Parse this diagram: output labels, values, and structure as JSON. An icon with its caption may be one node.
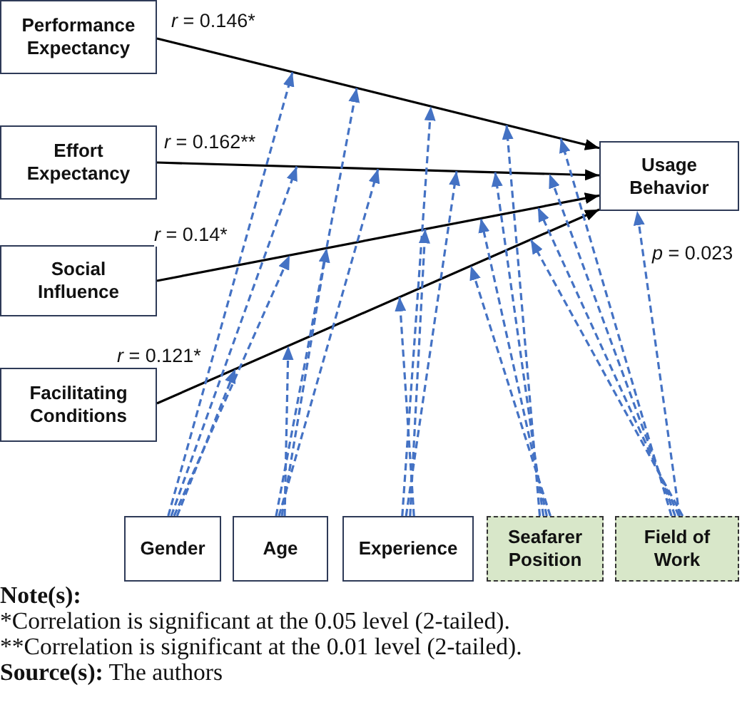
{
  "diagram": {
    "nodes": [
      {
        "text": [
          "Performance Expectancy"
        ]
      },
      {
        "text": [
          "Effort Expectancy"
        ]
      },
      {
        "text": [
          "Social Influence"
        ]
      },
      {
        "text": [
          "Facilitating Conditions"
        ]
      },
      {
        "text": [
          "Usage Behavior"
        ]
      },
      {
        "text": [
          "Gender"
        ]
      },
      {
        "text": [
          "Age"
        ]
      },
      {
        "text": [
          "Experience"
        ]
      },
      {
        "text": [
          "Seafarer Position"
        ]
      },
      {
        "text": [
          "Field of Work"
        ]
      }
    ],
    "edges": [
      {
        "from": 0,
        "to": 4,
        "arrow": "to",
        "label": "*r* = 0.146*",
        "color": "#000000"
      },
      {
        "from": 1,
        "to": 4,
        "arrow": "to",
        "label": "*r* = 0.162**",
        "color": "#000000"
      },
      {
        "from": 2,
        "to": 4,
        "arrow": "to",
        "label": "*r* = 0.14*",
        "color": "#000000"
      },
      {
        "from": 3,
        "to": 4,
        "arrow": "to",
        "label": "*r* = 0.121*",
        "color": "#000000"
      },
      {
        "from": 5,
        "to": null,
        "arrow": "to",
        "style": "dashed",
        "color": "#4472c4"
      },
      {
        "from": 5,
        "to": null,
        "arrow": "to",
        "style": "dashed",
        "color": "#4472c4"
      },
      {
        "from": 5,
        "to": null,
        "arrow": "to",
        "style": "dashed",
        "color": "#4472c4"
      },
      {
        "from": 5,
        "to": null,
        "arrow": "to",
        "style": "dashed",
        "color": "#4472c4"
      },
      {
        "from": 6,
        "to": null,
        "arrow": "to",
        "style": "dashed",
        "color": "#4472c4"
      },
      {
        "from": 6,
        "to": null,
        "arrow": "to",
        "style": "dashed",
        "color": "#4472c4"
      },
      {
        "from": 6,
        "to": null,
        "arrow": "to",
        "style": "dashed",
        "color": "#4472c4"
      },
      {
        "from": 6,
        "to": null,
        "arrow": "to",
        "style": "dashed",
        "color": "#4472c4"
      },
      {
        "from": 7,
        "to": null,
        "arrow": "to",
        "style": "dashed",
        "color": "#4472c4"
      },
      {
        "from": 7,
        "to": null,
        "arrow": "to",
        "style": "dashed",
        "color": "#4472c4"
      },
      {
        "from": 7,
        "to": null,
        "arrow": "to",
        "style": "dashed",
        "color": "#4472c4"
      },
      {
        "from": 7,
        "to": null,
        "arrow": "to",
        "style": "dashed",
        "color": "#4472c4"
      },
      {
        "from": 8,
        "to": null,
        "arrow": "to",
        "style": "dashed",
        "color": "#4472c4"
      },
      {
        "from": 8,
        "to": null,
        "arrow": "to",
        "style": "dashed",
        "color": "#4472c4"
      },
      {
        "from": 8,
        "to": null,
        "arrow": "to",
        "style": "dashed",
        "color": "#4472c4"
      },
      {
        "from": 8,
        "to": null,
        "arrow": "to",
        "style": "dashed",
        "color": "#4472c4"
      },
      {
        "from": 9,
        "to": null,
        "arrow": "to",
        "style": "dashed",
        "color": "#4472c4"
      },
      {
        "from": 9,
        "to": null,
        "arrow": "to",
        "style": "dashed",
        "color": "#4472c4"
      },
      {
        "from": 9,
        "to": null,
        "arrow": "to",
        "style": "dashed",
        "color": "#4472c4"
      },
      {
        "from": 9,
        "to": null,
        "arrow": "to",
        "style": "dashed",
        "color": "#4472c4"
      },
      {
        "from": 9,
        "to": 4,
        "arrow": "to",
        "style": "dashed",
        "color": "#4472c4",
        "label": "*p* = 0.023"
      }
    ],
    "labels": [
      "Note(s):",
      "*Correlation is significant at the 0.05 level (2-tailed).",
      "**Correlation is significant at the 0.01 level (2-tailed).",
      "**Source(s):** The authors"
    ]
  }
}
